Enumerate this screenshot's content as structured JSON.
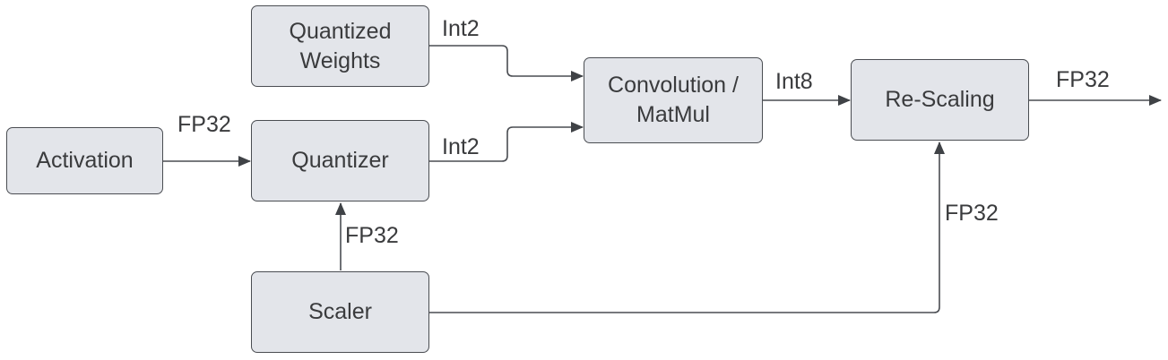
{
  "nodes": {
    "quantized_weights": "Quantized\nWeights",
    "activation": "Activation",
    "quantizer": "Quantizer",
    "scaler": "Scaler",
    "convolution": "Convolution /\nMatMul",
    "rescaling": "Re-Scaling"
  },
  "edges": {
    "weights_to_conv": "Int2",
    "activation_to_quantizer": "FP32",
    "quantizer_to_conv": "Int2",
    "scaler_to_quantizer": "FP32",
    "conv_to_rescaling": "Int8",
    "rescaling_output": "FP32",
    "scaler_to_rescaling": "FP32"
  },
  "colors": {
    "box_fill": "#e3e5ea",
    "stroke": "#4a4d52",
    "text": "#3a3b3d"
  }
}
